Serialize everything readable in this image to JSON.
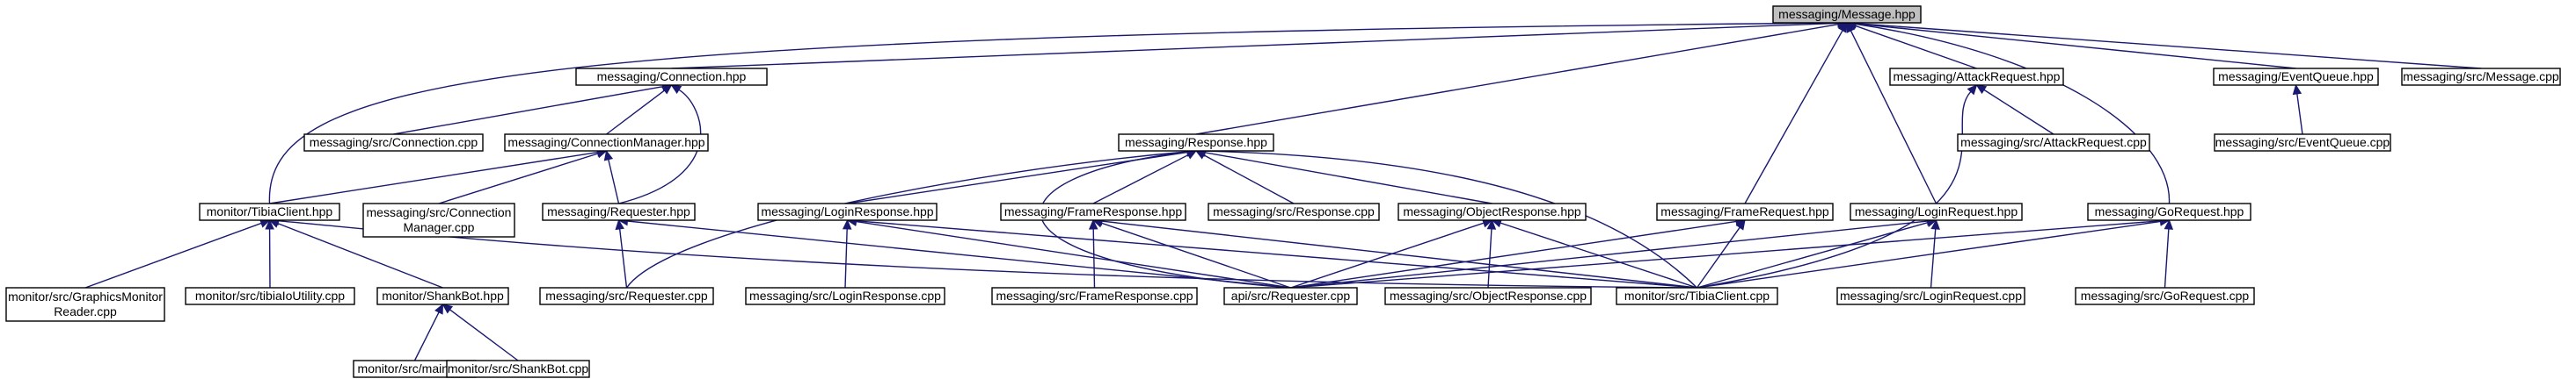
{
  "diagram": {
    "title": "",
    "colors": {
      "edge": "#191970",
      "node_border": "#000000",
      "node_fill": "#ffffff",
      "root_fill": "#bfbfbf"
    },
    "nodes": [
      {
        "id": "message_hpp",
        "lines": [
          "messaging/Message.hpp"
        ],
        "root": true
      },
      {
        "id": "connection_hpp",
        "lines": [
          "messaging/Connection.hpp"
        ]
      },
      {
        "id": "attackrequest_hpp",
        "lines": [
          "messaging/AttackRequest.hpp"
        ]
      },
      {
        "id": "eventqueue_hpp",
        "lines": [
          "messaging/EventQueue.hpp"
        ]
      },
      {
        "id": "message_cpp",
        "lines": [
          "messaging/src/Message.cpp"
        ]
      },
      {
        "id": "connection_cpp",
        "lines": [
          "messaging/src/Connection.cpp"
        ]
      },
      {
        "id": "connectionmanager_hpp",
        "lines": [
          "messaging/ConnectionManager.hpp"
        ]
      },
      {
        "id": "response_hpp",
        "lines": [
          "messaging/Response.hpp"
        ]
      },
      {
        "id": "attackrequest_cpp",
        "lines": [
          "messaging/src/AttackRequest.cpp"
        ]
      },
      {
        "id": "eventqueue_cpp",
        "lines": [
          "messaging/src/EventQueue.cpp"
        ]
      },
      {
        "id": "tibiaclient_hpp",
        "lines": [
          "monitor/TibiaClient.hpp"
        ]
      },
      {
        "id": "connectionmanager_cpp",
        "lines": [
          "messaging/src/Connection",
          "Manager.cpp"
        ]
      },
      {
        "id": "requester_hpp",
        "lines": [
          "messaging/Requester.hpp"
        ]
      },
      {
        "id": "loginresponse_hpp",
        "lines": [
          "messaging/LoginResponse.hpp"
        ]
      },
      {
        "id": "frameresponse_hpp",
        "lines": [
          "messaging/FrameResponse.hpp"
        ]
      },
      {
        "id": "response_cpp",
        "lines": [
          "messaging/src/Response.cpp"
        ]
      },
      {
        "id": "objectresponse_hpp",
        "lines": [
          "messaging/ObjectResponse.hpp"
        ]
      },
      {
        "id": "framerequest_hpp",
        "lines": [
          "messaging/FrameRequest.hpp"
        ]
      },
      {
        "id": "loginrequest_hpp",
        "lines": [
          "messaging/LoginRequest.hpp"
        ]
      },
      {
        "id": "gorequest_hpp",
        "lines": [
          "messaging/GoRequest.hpp"
        ]
      },
      {
        "id": "graphicsmonitorreader_cpp",
        "lines": [
          "monitor/src/GraphicsMonitor",
          "Reader.cpp"
        ]
      },
      {
        "id": "tibiaioutility_cpp",
        "lines": [
          "monitor/src/tibiaIoUtility.cpp"
        ]
      },
      {
        "id": "shankbot_hpp",
        "lines": [
          "monitor/ShankBot.hpp"
        ]
      },
      {
        "id": "messaging_requester_cpp",
        "lines": [
          "messaging/src/Requester.cpp"
        ]
      },
      {
        "id": "loginresponse_cpp",
        "lines": [
          "messaging/src/LoginResponse.cpp"
        ]
      },
      {
        "id": "frameresponse_cpp",
        "lines": [
          "messaging/src/FrameResponse.cpp"
        ]
      },
      {
        "id": "api_requester_cpp",
        "lines": [
          "api/src/Requester.cpp"
        ]
      },
      {
        "id": "objectresponse_cpp",
        "lines": [
          "messaging/src/ObjectResponse.cpp"
        ]
      },
      {
        "id": "tibiaclient_cpp",
        "lines": [
          "monitor/src/TibiaClient.cpp"
        ]
      },
      {
        "id": "loginrequest_cpp",
        "lines": [
          "messaging/src/LoginRequest.cpp"
        ]
      },
      {
        "id": "gorequest_cpp",
        "lines": [
          "messaging/src/GoRequest.cpp"
        ]
      },
      {
        "id": "main_cpp",
        "lines": [
          "monitor/src/main.cpp"
        ]
      },
      {
        "id": "shankbot_cpp",
        "lines": [
          "monitor/src/ShankBot.cpp"
        ]
      }
    ],
    "edges": [
      [
        "connection_hpp",
        "message_hpp"
      ],
      [
        "attackrequest_hpp",
        "message_hpp"
      ],
      [
        "eventqueue_hpp",
        "message_hpp"
      ],
      [
        "message_cpp",
        "message_hpp"
      ],
      [
        "response_hpp",
        "message_hpp"
      ],
      [
        "tibiaclient_hpp",
        "message_hpp"
      ],
      [
        "framerequest_hpp",
        "message_hpp"
      ],
      [
        "loginrequest_hpp",
        "message_hpp"
      ],
      [
        "gorequest_hpp",
        "message_hpp"
      ],
      [
        "connection_cpp",
        "connection_hpp"
      ],
      [
        "connectionmanager_hpp",
        "connection_hpp"
      ],
      [
        "requester_hpp",
        "connection_hpp"
      ],
      [
        "tibiaclient_hpp",
        "connectionmanager_hpp"
      ],
      [
        "connectionmanager_cpp",
        "connectionmanager_hpp"
      ],
      [
        "requester_hpp",
        "connectionmanager_hpp"
      ],
      [
        "attackrequest_cpp",
        "attackrequest_hpp"
      ],
      [
        "tibiaclient_cpp",
        "attackrequest_hpp"
      ],
      [
        "eventqueue_cpp",
        "eventqueue_hpp"
      ],
      [
        "loginresponse_hpp",
        "response_hpp"
      ],
      [
        "frameresponse_hpp",
        "response_hpp"
      ],
      [
        "response_cpp",
        "response_hpp"
      ],
      [
        "objectresponse_hpp",
        "response_hpp"
      ],
      [
        "messaging_requester_cpp",
        "response_hpp"
      ],
      [
        "api_requester_cpp",
        "response_hpp"
      ],
      [
        "tibiaclient_cpp",
        "response_hpp"
      ],
      [
        "graphicsmonitorreader_cpp",
        "tibiaclient_hpp"
      ],
      [
        "tibiaioutility_cpp",
        "tibiaclient_hpp"
      ],
      [
        "shankbot_hpp",
        "tibiaclient_hpp"
      ],
      [
        "tibiaclient_cpp",
        "tibiaclient_hpp"
      ],
      [
        "messaging_requester_cpp",
        "requester_hpp"
      ],
      [
        "api_requester_cpp",
        "requester_hpp"
      ],
      [
        "loginresponse_cpp",
        "loginresponse_hpp"
      ],
      [
        "api_requester_cpp",
        "loginresponse_hpp"
      ],
      [
        "tibiaclient_cpp",
        "loginresponse_hpp"
      ],
      [
        "frameresponse_cpp",
        "frameresponse_hpp"
      ],
      [
        "api_requester_cpp",
        "frameresponse_hpp"
      ],
      [
        "tibiaclient_cpp",
        "frameresponse_hpp"
      ],
      [
        "objectresponse_cpp",
        "objectresponse_hpp"
      ],
      [
        "api_requester_cpp",
        "objectresponse_hpp"
      ],
      [
        "tibiaclient_cpp",
        "objectresponse_hpp"
      ],
      [
        "api_requester_cpp",
        "framerequest_hpp"
      ],
      [
        "tibiaclient_cpp",
        "framerequest_hpp"
      ],
      [
        "loginrequest_cpp",
        "loginrequest_hpp"
      ],
      [
        "api_requester_cpp",
        "loginrequest_hpp"
      ],
      [
        "tibiaclient_cpp",
        "loginrequest_hpp"
      ],
      [
        "gorequest_cpp",
        "gorequest_hpp"
      ],
      [
        "api_requester_cpp",
        "gorequest_hpp"
      ],
      [
        "tibiaclient_cpp",
        "gorequest_hpp"
      ],
      [
        "main_cpp",
        "shankbot_hpp"
      ],
      [
        "shankbot_cpp",
        "shankbot_hpp"
      ]
    ]
  }
}
